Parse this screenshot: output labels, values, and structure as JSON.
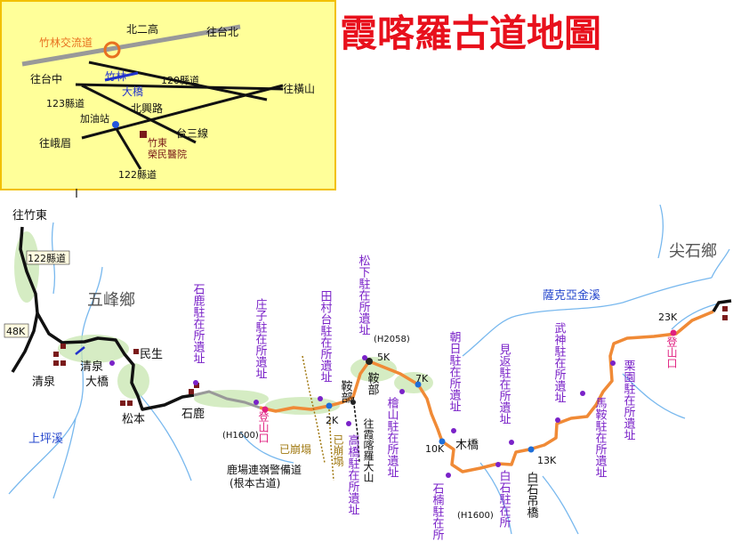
{
  "title": "霞喀羅古道地圖",
  "colors": {
    "title": "#e8101c",
    "inset_bg": "#ffff99",
    "inset_border": "#f2c000",
    "trail": "#f08a36",
    "water": "#78b8ee",
    "water_label": "#2244cc",
    "station": "#7a22c8",
    "station_dot": "#7a22c8",
    "trailhead": "#e02080",
    "km_dot": "#1e6ed8",
    "road": "#111111",
    "rail": "#999999",
    "collapse": "#a07810",
    "inset_orange": "#e87020",
    "inset_blue": "#2233cc",
    "building": "#7a1a1a"
  },
  "inset": {
    "north_second_highway": "北二高",
    "to_taipei": "往台北",
    "zhulin_interchange": "竹林交流道",
    "to_taichung": "往台中",
    "zhulin_bridge_1": "竹林",
    "zhulin_bridge_2": "大橋",
    "county_road_120": "120縣道",
    "to_hengshan": "往橫山",
    "county_road_123": "123縣道",
    "beixing_road": "北興路",
    "gas_station": "加油站",
    "provincial_route_3": "台三線",
    "to_emei": "往峨眉",
    "zhudong_1": "竹東",
    "zhudong_2": "榮民醫院",
    "county_road_122": "122縣道"
  },
  "places": {
    "to_zhudong": "往竹東",
    "county_road_122": "122縣道",
    "wufeng": "五峰鄉",
    "jianshi": "尖石鄉",
    "k48": "48K",
    "minsheng": "民生",
    "qingquan": "清泉",
    "qingquan_bridge_1": "清泉",
    "qingquan_bridge_2": "大橋",
    "songben": "松本",
    "shilu": "石鹿",
    "shangping_creek": "上坪溪",
    "saksaya_creek": "薩克亞金溪",
    "h2058": "(H2058)",
    "h1600_a": "(H1600)",
    "h1600_b": "(H1600)",
    "anbu": "鞍部",
    "to_xiakaluo_mt": "往霞喀羅大山",
    "wooden_bridge": "木橋",
    "baishi_bridge": "白石吊橋",
    "collapse_1": "已崩塌",
    "collapse_2": "已崩塌",
    "police_line_1": "鹿場連嶺警備道",
    "police_line_2": "(根本古道)"
  },
  "trailheads": {
    "west": "登山口",
    "east": "登山口"
  },
  "km_markers": [
    "2K",
    "5K",
    "7K",
    "10K",
    "13K",
    "23K"
  ],
  "stations": [
    "石鹿駐在所遺址",
    "庄子駐在所遺址",
    "田村台駐在所遺址",
    "松下駐在所遺址",
    "高橋駐在所遺址",
    "檜山駐在所遺址",
    "朝日駐在所遺址",
    "石楠駐在所",
    "見返駐在所遺址",
    "白石駐在所",
    "武神駐在所遺址",
    "馬鞍駐在所遺址",
    "栗園駐在所遺址"
  ]
}
